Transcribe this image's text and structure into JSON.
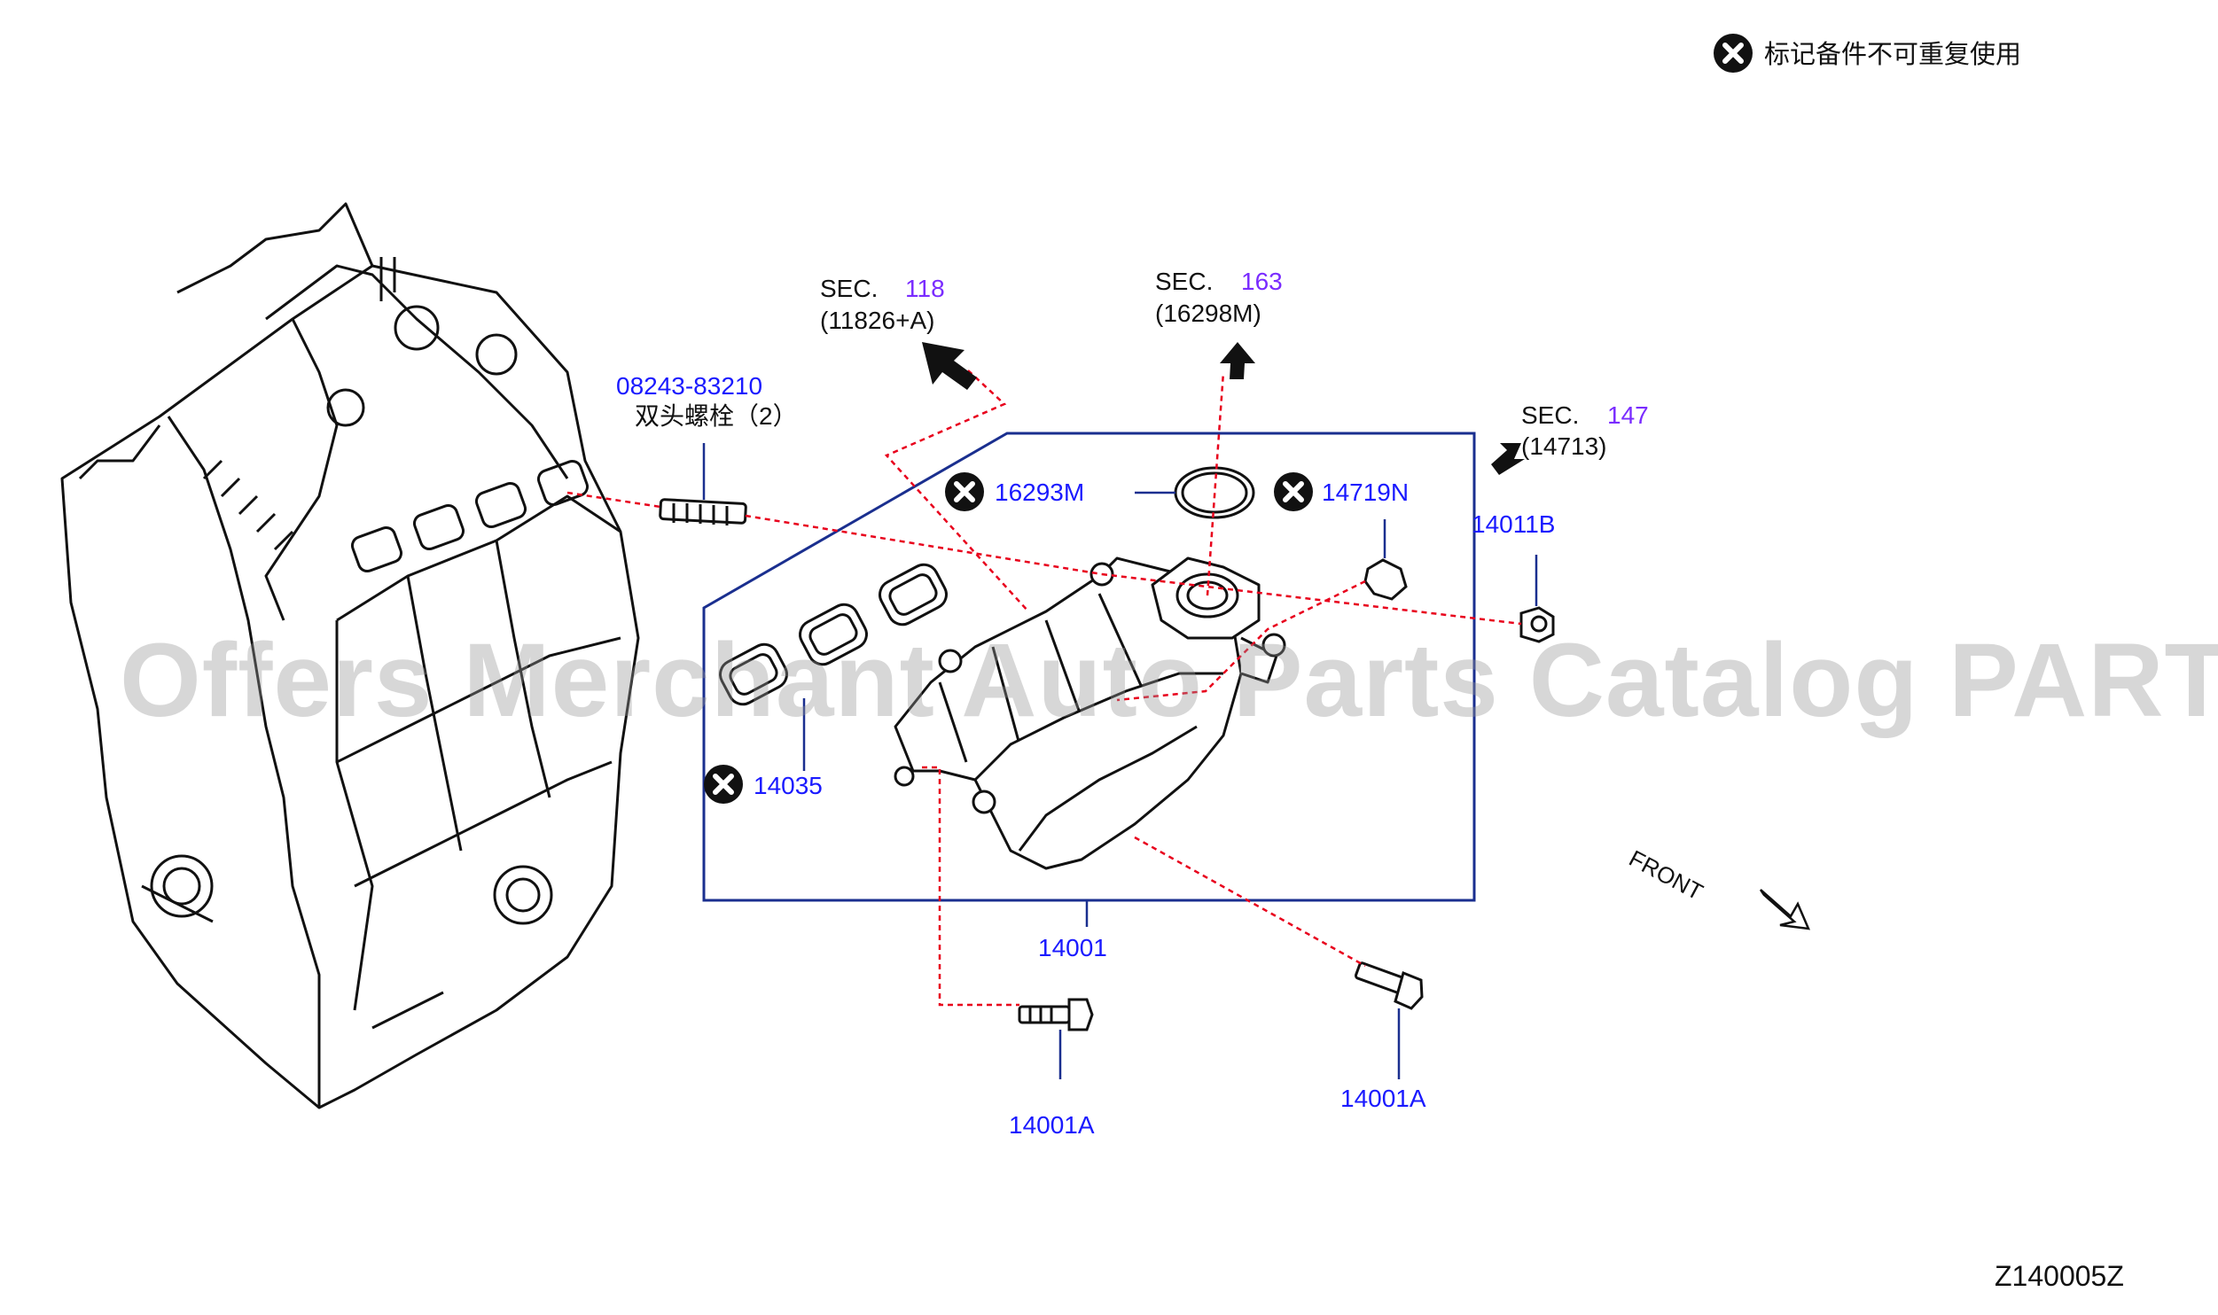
{
  "legend": {
    "text": "标记备件不可重复使用",
    "icon": "cross-circle-icon"
  },
  "sections": [
    {
      "sec": "SEC.",
      "num": "118",
      "ref": "(11826+A)"
    },
    {
      "sec": "SEC.",
      "num": "163",
      "ref": "(16298M)"
    },
    {
      "sec": "SEC.",
      "num": "147",
      "ref": "(14713)"
    }
  ],
  "parts": {
    "stud_no": "08243-83210",
    "stud_desc": "双头螺栓（2）",
    "p16293M": "16293M",
    "p14719N": "14719N",
    "p14011B": "14011B",
    "p14035": "14035",
    "p14001": "14001",
    "p14001A_left": "14001A",
    "p14001A_right": "14001A"
  },
  "front_label": "FRONT",
  "diagram_id": "Z140005Z",
  "watermark": "Offers Merchant Auto Parts Catalog PARTSTORE.SA",
  "colors": {
    "part_number": "#1a1aff",
    "section_number": "#7a2cff",
    "leader_dashed": "#e8001c",
    "frame": "#1a2f8f"
  }
}
